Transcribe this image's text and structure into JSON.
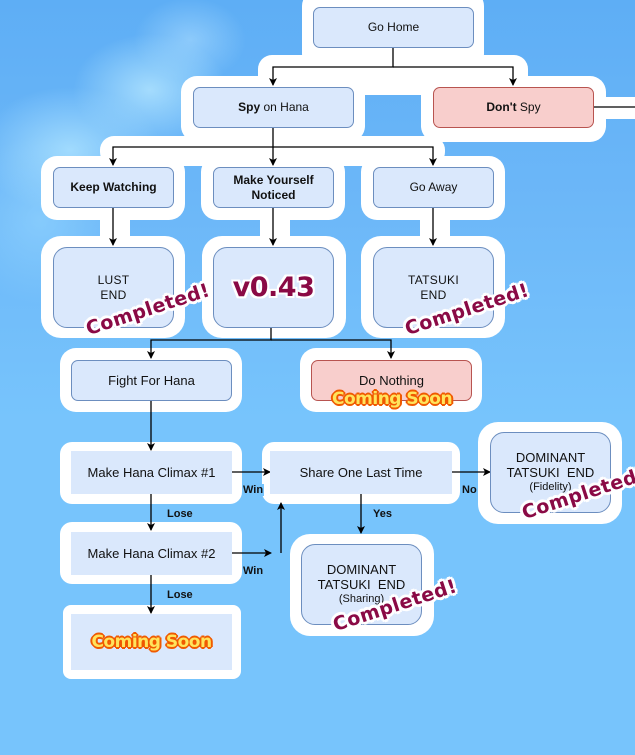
{
  "diagram": {
    "title": "Story route flowchart",
    "colors": {
      "node_fill": "#dae8fc",
      "node_border": "#6c8ebf",
      "blocked_fill": "#f8cecc",
      "blocked_border": "#b85450",
      "completed_text": "#8a0a45",
      "coming_soon_fill": "#ffe45c",
      "coming_soon_outline": "#f05a00",
      "background": "#77c4fc"
    },
    "nodes": {
      "go_home": {
        "label": "Go Home"
      },
      "spy_on_hana": {
        "label_bold": "Spy",
        "label_rest": " on Hana"
      },
      "dont_spy": {
        "label_bold": "Don't",
        "label_rest": " Spy"
      },
      "keep_watching": {
        "label": "Keep Watching"
      },
      "make_yourself_noticed": {
        "line1": "Make Yourself",
        "line2": "Noticed"
      },
      "go_away": {
        "label": "Go Away"
      },
      "lust_end": {
        "line1": "LUST",
        "line2": "END",
        "badge": "Completed!"
      },
      "version": {
        "label": "v0.43"
      },
      "tatsuki_end": {
        "line1": "TATSUKI",
        "line2": "END",
        "badge": "Completed!"
      },
      "fight_for_hana": {
        "label": "Fight For Hana"
      },
      "do_nothing": {
        "label": "Do Nothing",
        "badge": "Coming Soon"
      },
      "climax_1": {
        "label": "Make Hana Climax #1"
      },
      "share_one_last_time": {
        "label": "Share One Last Time"
      },
      "dominant_fidelity": {
        "line1": "DOMINANT",
        "line2": "TATSUKI  END",
        "line3": "(Fidelity)",
        "badge": "Completed!"
      },
      "climax_2": {
        "label": "Make Hana Climax #2"
      },
      "dominant_sharing": {
        "line1": "DOMINANT",
        "line2": "TATSUKI  END",
        "line3": "(Sharing)",
        "badge": "Completed!"
      },
      "coming_soon_end": {
        "label": "Coming Soon"
      }
    },
    "edge_labels": {
      "climax1_win": "Win",
      "climax1_lose": "Lose",
      "climax2_win": "Win",
      "climax2_lose": "Lose",
      "share_yes": "Yes",
      "share_no": "No"
    }
  }
}
